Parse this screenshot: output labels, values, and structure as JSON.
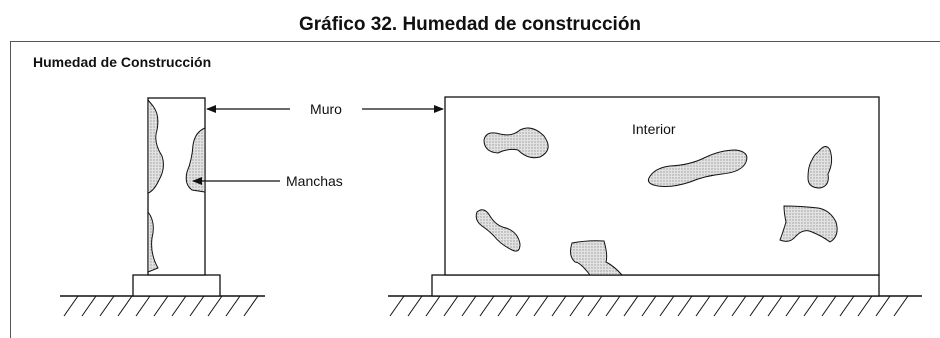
{
  "figure_title": "Gráfico 32. Humedad de construcción",
  "panel_title": "Humedad de Construcción",
  "labels": {
    "wall": "Muro",
    "stains": "Manchas",
    "interior": "Interior"
  },
  "colors": {
    "line": "#111111",
    "stain_fill": "#d4d4d4"
  }
}
